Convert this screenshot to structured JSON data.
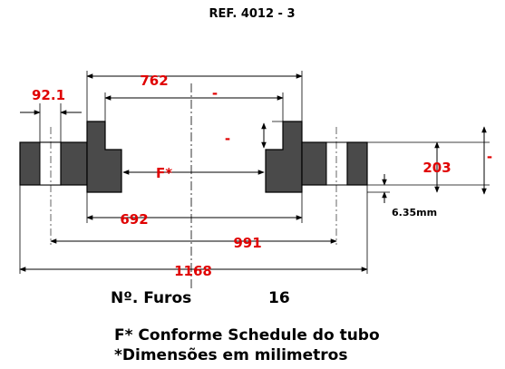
{
  "title": "REF. 4012 - 3",
  "dimensions": {
    "flange_thickness": "92.1",
    "hub_diameter": "762",
    "hub_height": "-",
    "neck_height": "-",
    "bore": "F*",
    "raised_face_diameter": "692",
    "bolt_circle": "991",
    "outside_diameter": "1168",
    "flange_height": "203",
    "flange_height_right": "-",
    "raised_face_height": "6.35mm"
  },
  "holes": {
    "label": "Nº. Furos",
    "value": "16"
  },
  "notes": {
    "schedule": "F* Conforme Schedule do tubo",
    "units": "*Dimensões em milimetros"
  },
  "colors": {
    "metal": "#4a4a4a",
    "dimension_text": "#e00000"
  }
}
